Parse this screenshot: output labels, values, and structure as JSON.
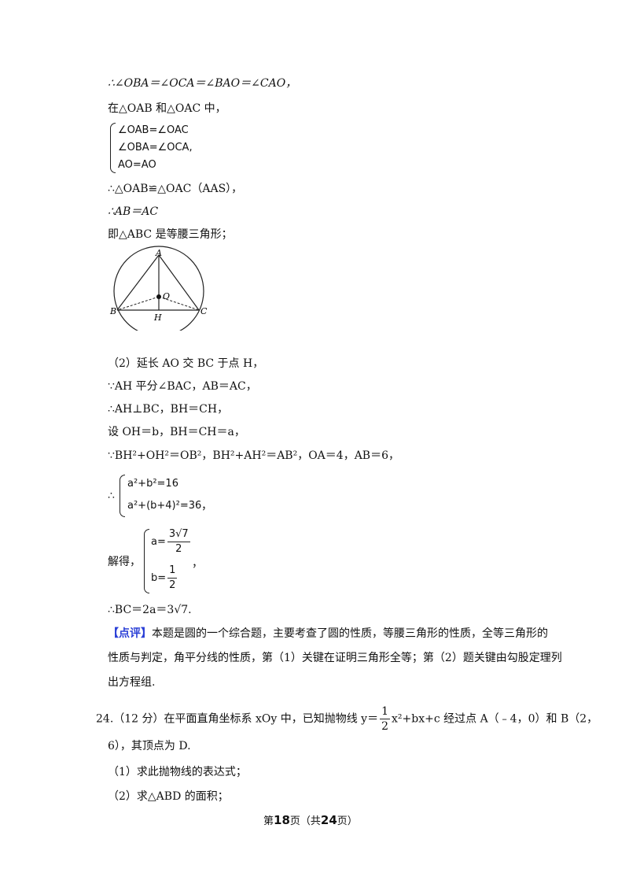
{
  "lines": {
    "l1": "∴∠OBA＝∠OCA＝∠BAO＝∠CAO，",
    "l2": "在△OAB 和△OAC 中，",
    "sys1": [
      "∠OAB=∠OAC",
      "∠OBA=∠OCA,",
      "AO=AO"
    ],
    "l3": "∴△OAB≌△OAC（AAS），",
    "l4": "∴AB＝AC",
    "l5": "即△ABC 是等腰三角形；",
    "l6": "（2）延长 AO 交 BC 于点 H，",
    "l7": "∵AH 平分∠BAC，AB＝AC，",
    "l8": "∴AH⊥BC，BH＝CH，",
    "l9": "设 OH＝b，BH＝CH＝a，",
    "l10": "∵BH²+OH²＝OB²，BH²+AH²＝AB²，OA＝4，AB＝6，",
    "therefore": "∴",
    "sys2": [
      "a²+b²=16",
      "a²+(b+4)²=36"
    ],
    "sys2_tail": "，",
    "solve_label": "解得，",
    "sol": {
      "a_lhs": "a=",
      "a_num": "3√7",
      "a_den": "2",
      "b_lhs": "b=",
      "b_num": "1",
      "b_den": "2",
      "tail": "，"
    },
    "l11": "∴BC＝2a＝3√7."
  },
  "figure": {
    "labels": {
      "A": "A",
      "B": "B",
      "C": "C",
      "O": "O",
      "H": "H"
    }
  },
  "review": {
    "tag": "【点评】",
    "line1": "本题是圆的一个综合题，主要考查了圆的性质，等腰三角形的性质，全等三角形的",
    "line2": "性质与判定，角平分线的性质，第（1）关键在证明三角形全等；第（2）题关键由勾股定理列",
    "line3": "出方程组."
  },
  "q24": {
    "head": "24.（12 分）在平面直角坐标系 xOy 中，已知抛物线 y＝",
    "frac_num": "1",
    "frac_den": "2",
    "tail": "x²+bx+c 经过点 A（﹣4，0）和 B（2，",
    "line2": "6），其顶点为 D.",
    "p1": "（1）求此抛物线的表达式；",
    "p2": "（2）求△ABD 的面积；"
  },
  "footer": {
    "prefix": "第",
    "page": "18",
    "mid": "页（共",
    "total": "24",
    "suffix": "页）"
  }
}
